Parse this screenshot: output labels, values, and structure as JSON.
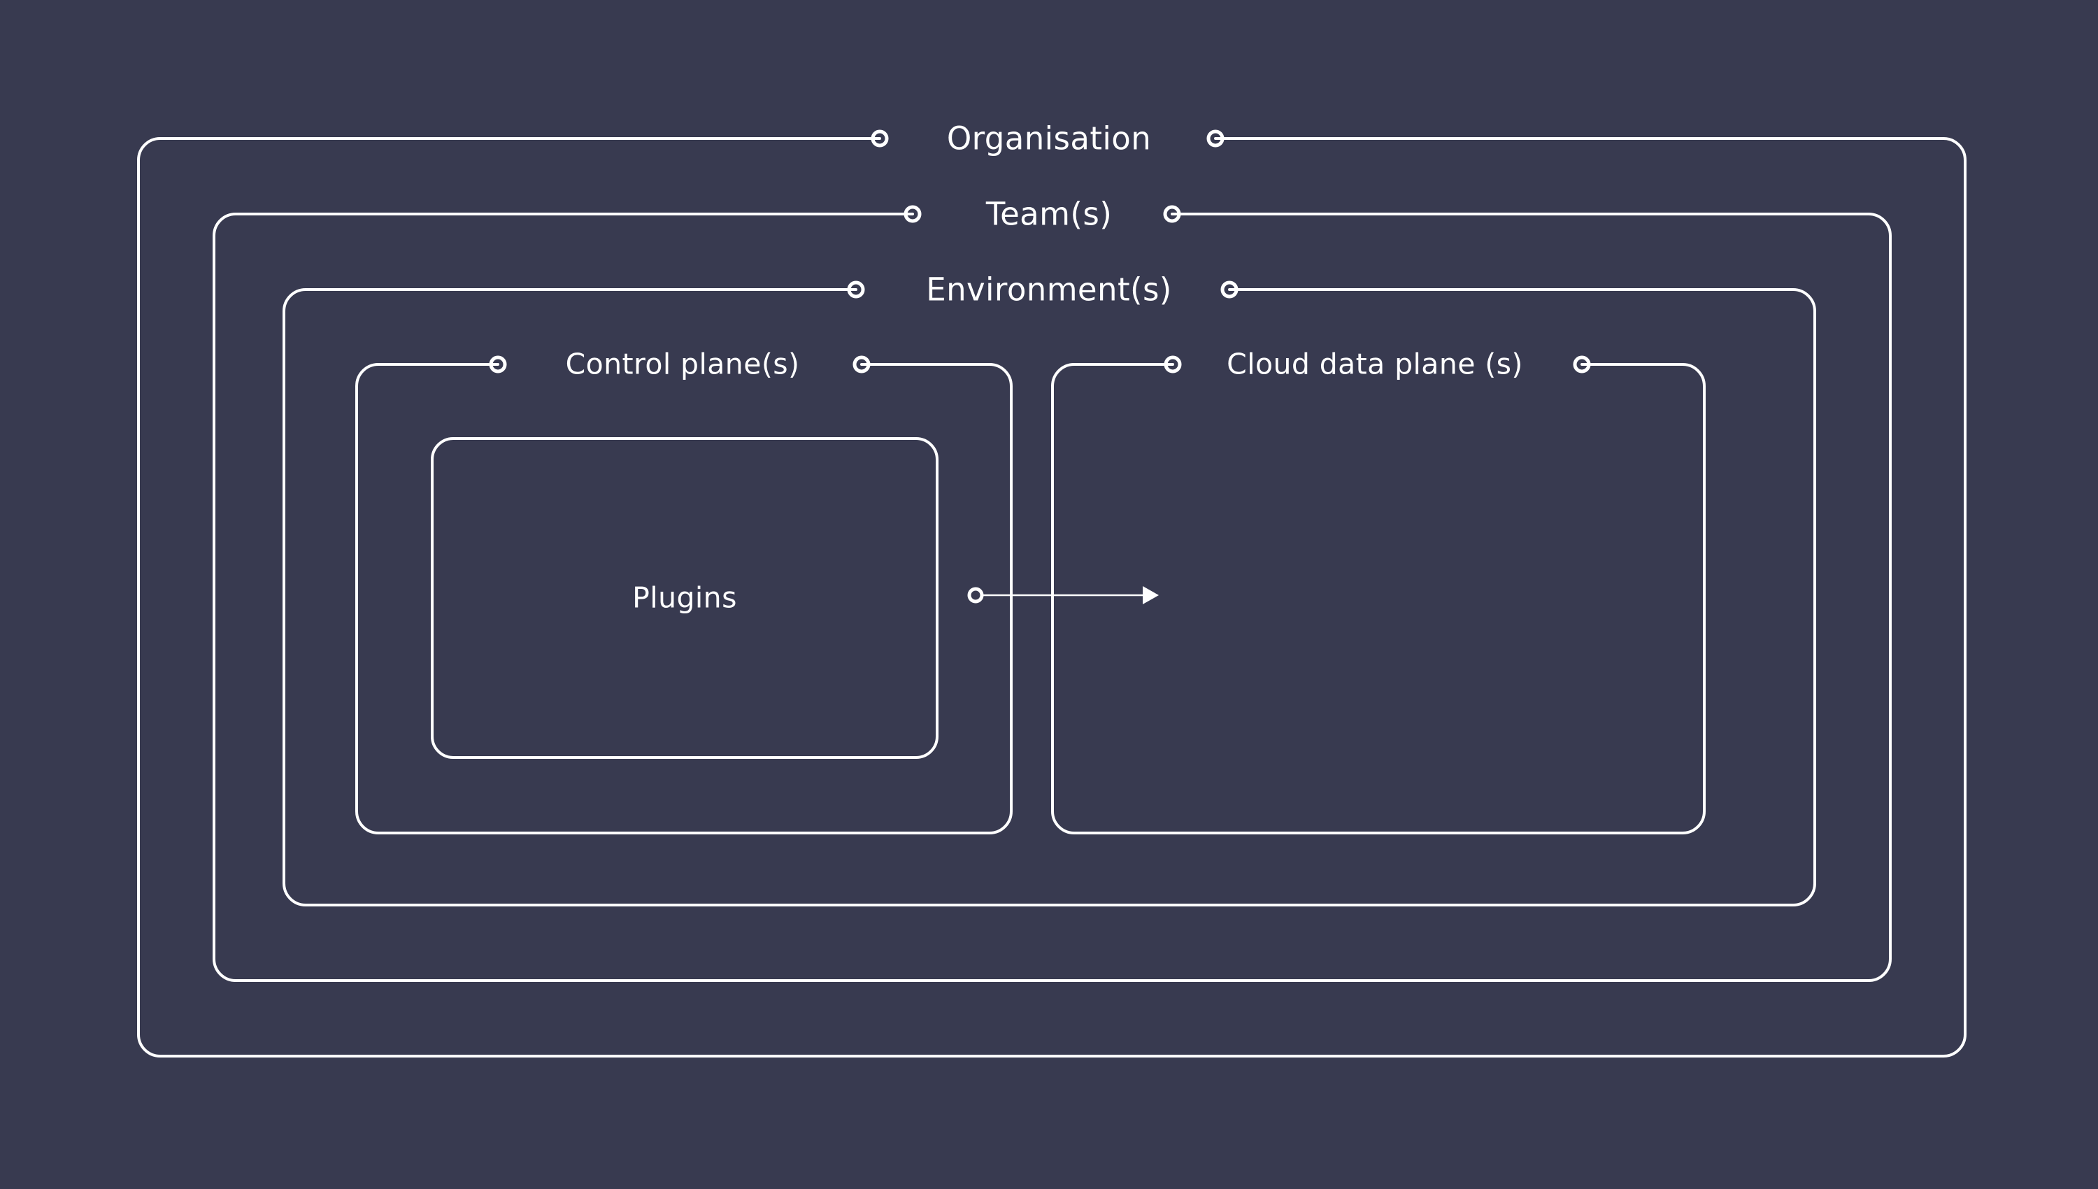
{
  "diagram": {
    "title": "Platform hierarchy nesting diagram",
    "background_color": "#383A50",
    "stroke_color": "#FFFFFF",
    "levels": [
      {
        "id": "organisation",
        "label": "Organisation",
        "connector_left_icon": "circle-terminator-icon",
        "connector_right_icon": "circle-terminator-icon"
      },
      {
        "id": "team",
        "label": "Team(s)",
        "connector_left_icon": "circle-terminator-icon",
        "connector_right_icon": "circle-terminator-icon"
      },
      {
        "id": "environment",
        "label": "Environment(s)",
        "connector_left_icon": "circle-terminator-icon",
        "connector_right_icon": "circle-terminator-icon"
      },
      {
        "id": "control-plane",
        "label": "Control plane(s)",
        "connector_left_icon": "circle-terminator-icon",
        "connector_right_icon": "circle-terminator-icon"
      },
      {
        "id": "cloud-data-plane",
        "label": "Cloud data plane (s)",
        "connector_left_icon": "circle-terminator-icon",
        "connector_right_icon": "circle-terminator-icon"
      },
      {
        "id": "plugins",
        "label": "Plugins",
        "connector_left_icon": null,
        "connector_right_icon": null
      }
    ],
    "connection": {
      "id": "plugins-to-cloud-data-plane",
      "from": "plugins",
      "to": "cloud-data-plane",
      "start_icon": "circle-terminator-icon",
      "end_icon": "arrowhead-icon"
    }
  }
}
